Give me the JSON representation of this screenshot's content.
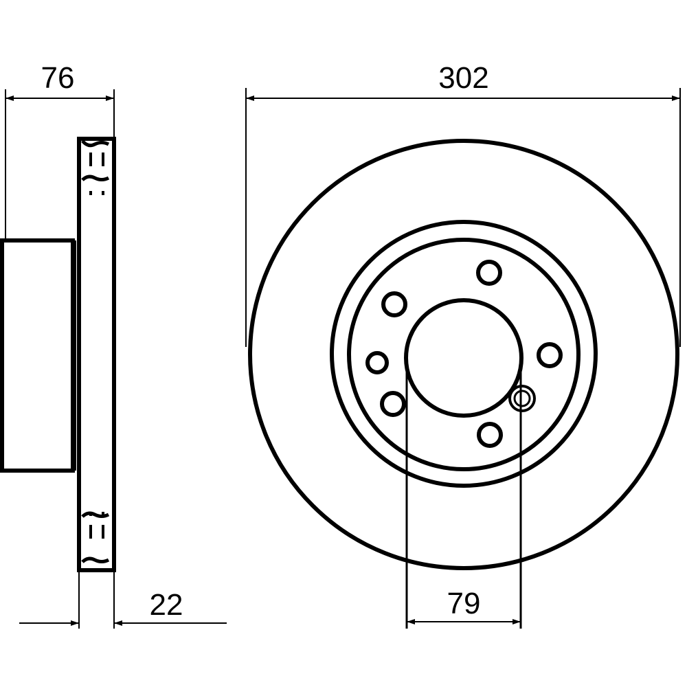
{
  "dimensions": {
    "overall_width": "76",
    "diameter": "302",
    "disc_thickness": "22",
    "center_bore": "79"
  },
  "colors": {
    "line": "#000000",
    "background": "#ffffff"
  }
}
